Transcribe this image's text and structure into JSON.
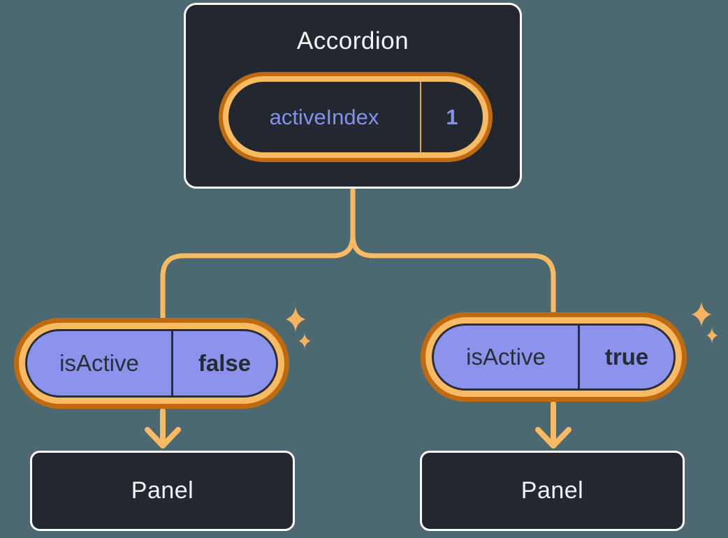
{
  "colors": {
    "background": "#4C6971",
    "box_fill": "#23272F",
    "box_border": "#FFFFFF",
    "purple_fill": "#8B93ED",
    "purple_text": "#8590EE",
    "dark_text": "#2A2F37",
    "light_text": "#F5F6F8",
    "ring_light": "#F8BA62",
    "ring_dark": "#C06A10",
    "divider_orange": "#E8A33B",
    "connector": "#F8BA62",
    "sparkle": "#F7B45C"
  },
  "accordion": {
    "title": "Accordion",
    "state": {
      "label": "activeIndex",
      "value": "1"
    }
  },
  "children": [
    {
      "prop_label": "isActive",
      "prop_value": "false",
      "panel_title": "Panel"
    },
    {
      "prop_label": "isActive",
      "prop_value": "true",
      "panel_title": "Panel"
    }
  ]
}
